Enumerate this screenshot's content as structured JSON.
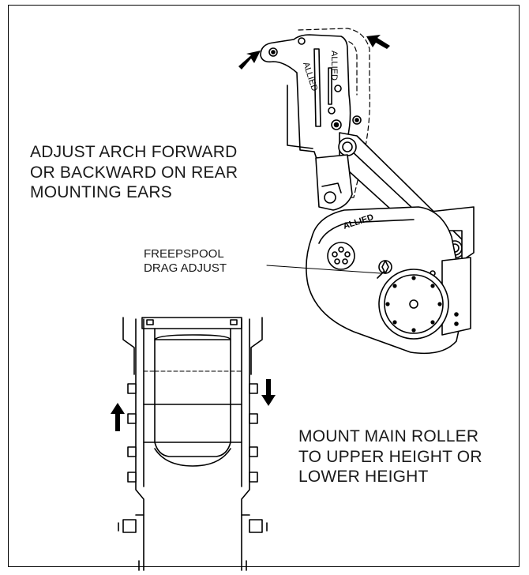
{
  "labels": {
    "arch": [
      "ADJUST ARCH FORWARD",
      "OR BACKWARD ON REAR",
      "MOUNTING EARS"
    ],
    "drag": [
      "FREEPSPOOL",
      "DRAG ADJUST"
    ],
    "roller": [
      "MOUNT MAIN ROLLER",
      "TO UPPER HEIGHT OR",
      "LOWER HEIGHT"
    ]
  },
  "brand": "ALLIED"
}
